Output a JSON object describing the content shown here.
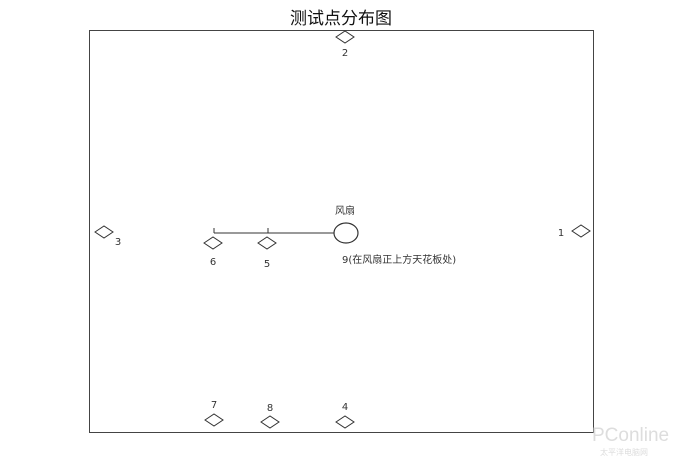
{
  "title": "测试点分布图",
  "fan_label": "风扇",
  "points": [
    {
      "id": "1",
      "label": "1"
    },
    {
      "id": "2",
      "label": "2"
    },
    {
      "id": "3",
      "label": "3"
    },
    {
      "id": "4",
      "label": "4"
    },
    {
      "id": "5",
      "label": "5"
    },
    {
      "id": "6",
      "label": "6"
    },
    {
      "id": "7",
      "label": "7"
    },
    {
      "id": "8",
      "label": "8"
    }
  ],
  "point9_label": "9(在风扇正上方天花板处)",
  "watermark": {
    "brand": "PConline",
    "sub": "太平洋电脑网"
  }
}
